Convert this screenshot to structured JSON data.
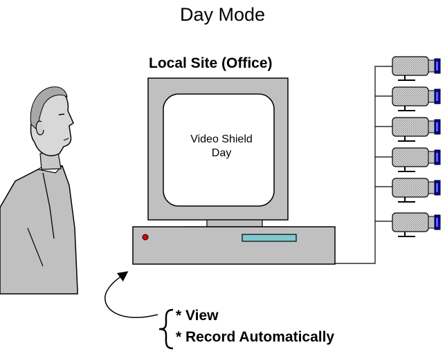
{
  "diagram": {
    "title": "Day Mode",
    "site_label": "Local Site (Office)",
    "screen": {
      "line1": "Video Shield",
      "line2": "Day"
    },
    "features": [
      "* View",
      "* Record Automatically"
    ],
    "cameras": [
      {
        "id": "camera-1"
      },
      {
        "id": "camera-2"
      },
      {
        "id": "camera-3"
      },
      {
        "id": "camera-4"
      },
      {
        "id": "camera-5"
      },
      {
        "id": "camera-6"
      }
    ],
    "colors": {
      "body_gray": "#c0c0c0",
      "shadow_gray": "#808080",
      "outline": "#000000",
      "power_led": "#e00000",
      "drive_slot": "#80c8d0",
      "camera_blue": "#0000a0"
    },
    "icons": {
      "person": "person-icon",
      "monitor": "monitor-icon",
      "computer": "computer-case-icon",
      "camera": "security-camera-icon",
      "brace": "curly-brace-icon",
      "arrow": "curved-arrow-icon"
    }
  }
}
